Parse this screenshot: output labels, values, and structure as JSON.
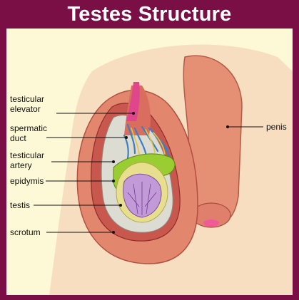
{
  "title": "Testes Structure",
  "labels": {
    "testicular_elevator": [
      "testicular",
      "elevator"
    ],
    "spermatic_duct": [
      "spermatic",
      "duct"
    ],
    "testicular_artery": [
      "testicular",
      "artery"
    ],
    "epidymis": "epidymis",
    "testis": "testis",
    "scrotum": "scrotum",
    "penis": "penis"
  },
  "colors": {
    "frame": "#7a0f45",
    "panel": "#fdf9d6",
    "skin": "#e08870",
    "muscle": "#c0504a",
    "epididymis": "#9acd32",
    "testis": "#c39ad8",
    "duct_blue": "#3d7fc1",
    "elevator_pink": "#e0468c"
  }
}
